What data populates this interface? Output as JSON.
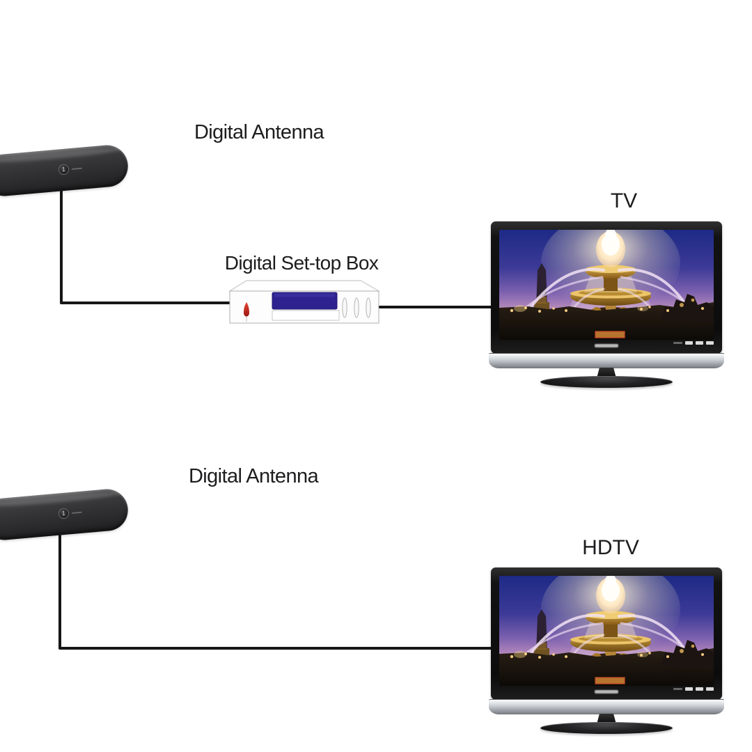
{
  "diagram": {
    "top": {
      "antenna_label": "Digital Antenna",
      "settop_label": "Digital Set-top Box",
      "tv_label": "TV"
    },
    "bottom": {
      "antenna_label": "Digital Antenna",
      "tv_label": "HDTV"
    },
    "antenna_logo": "1",
    "screen_scene": "illuminated fountain at dusk with obelisk and water arcs",
    "colors": {
      "background": "#ffffff",
      "label_text": "#1d1d1f",
      "cable": "#161616",
      "antenna_body": "#353537",
      "stb_body": "#fdfdfd",
      "stb_display": "#2e2190",
      "stb_led": "#c8281e",
      "tv_frame": "#141414",
      "tv_speaker": "#b9bdc2",
      "screen_sky_top": "#1d2a86",
      "screen_sky_horizon": "#c9a0c8",
      "screen_fountain_gold": "#d8a943"
    }
  }
}
